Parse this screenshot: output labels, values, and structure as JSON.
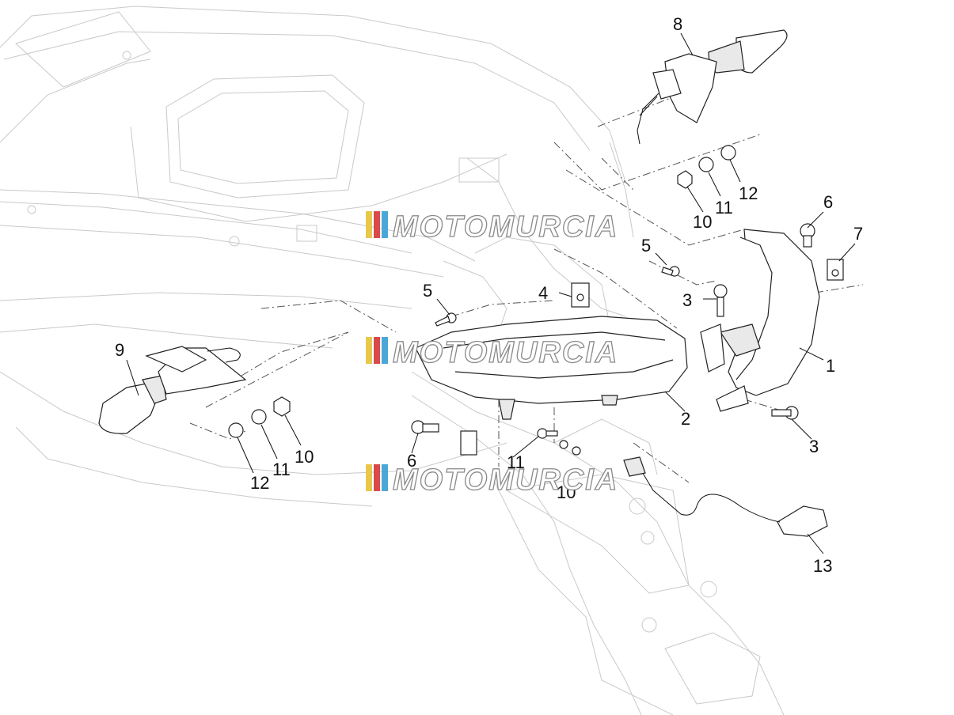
{
  "watermark": {
    "text": "MOTOMURCIA",
    "stripe_colors": [
      "#e8c84a",
      "#d94a4a",
      "#4aa8d9"
    ]
  },
  "callouts": [
    {
      "id": "c1",
      "label": "1"
    },
    {
      "id": "c2",
      "label": "2"
    },
    {
      "id": "c3a",
      "label": "3"
    },
    {
      "id": "c3b",
      "label": "3"
    },
    {
      "id": "c4",
      "label": "4"
    },
    {
      "id": "c5a",
      "label": "5"
    },
    {
      "id": "c5b",
      "label": "5"
    },
    {
      "id": "c6a",
      "label": "6"
    },
    {
      "id": "c6b",
      "label": "6"
    },
    {
      "id": "c7",
      "label": "7"
    },
    {
      "id": "c8",
      "label": "8"
    },
    {
      "id": "c9",
      "label": "9"
    },
    {
      "id": "c10a",
      "label": "10"
    },
    {
      "id": "c10b",
      "label": "10"
    },
    {
      "id": "c10c",
      "label": "10"
    },
    {
      "id": "c11a",
      "label": "11"
    },
    {
      "id": "c11b",
      "label": "11"
    },
    {
      "id": "c11c",
      "label": "11"
    },
    {
      "id": "c12a",
      "label": "12"
    },
    {
      "id": "c12b",
      "label": "12"
    },
    {
      "id": "c13",
      "label": "13"
    }
  ]
}
